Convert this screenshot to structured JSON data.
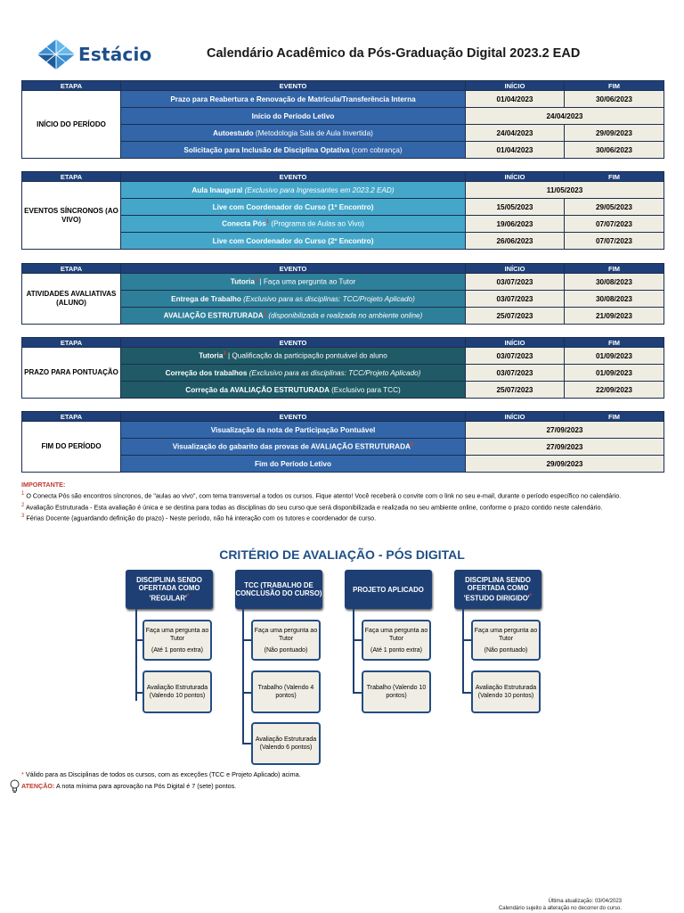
{
  "brand": {
    "name": "Estácio"
  },
  "title": "Calendário Acadêmico da Pós-Graduação Digital 2023.2 EAD",
  "headers": {
    "etapa": "ETAPA",
    "evento": "EVENTO",
    "inicio": "INÍCIO",
    "fim": "FIM"
  },
  "sections": [
    {
      "etapa": "INÍCIO DO PERÍODO",
      "rows": [
        {
          "event": "Prazo para Reabertura e Renovação de Matrícula/Transferência Interna",
          "start": "01/04/2023",
          "end": "30/06/2023"
        },
        {
          "event": "Início do Período Letivo",
          "single": "24/04/2023"
        },
        {
          "event": "Autoestudo",
          "extra": "(Metodologia Sala de Aula Invertida)",
          "start": "24/04/2023",
          "end": "29/09/2023"
        },
        {
          "event": "Solicitação para Inclusão de Disciplina Optativa",
          "extra": "(com cobrança)",
          "start": "01/04/2023",
          "end": "30/06/2023"
        }
      ]
    },
    {
      "etapa": "EVENTOS SÍNCRONOS (AO VIVO)",
      "rows": [
        {
          "event": "Aula Inaugural",
          "extra": "(Exclusivo para Ingressantes em 2023.2 EAD)",
          "single": "11/05/2023"
        },
        {
          "event": "Live com Coordenador do Curso (1º Encontro)",
          "start": "15/05/2023",
          "end": "29/05/2023"
        },
        {
          "event": "Conecta Pós",
          "sup": "1",
          "extra": "(Programa de Aulas ao Vivo)",
          "start": "19/06/2023",
          "end": "07/07/2023"
        },
        {
          "event": "Live com Coordenador do Curso (2º Encontro)",
          "start": "26/06/2023",
          "end": "07/07/2023"
        }
      ]
    },
    {
      "etapa": "ATIVIDADES AVALIATIVAS (ALUNO)",
      "rows": [
        {
          "event": "Tutoria",
          "sup": "3",
          "extra": "| Faça uma pergunta ao Tutor",
          "start": "03/07/2023",
          "end": "30/08/2023"
        },
        {
          "event": "Entrega de Trabalho",
          "extra": "(Exclusivo para as disciplinas: TCC/Projeto Aplicado)",
          "start": "03/07/2023",
          "end": "30/08/2023"
        },
        {
          "event": "AVALIAÇÃO ESTRUTURADA",
          "sup": "2",
          "extra": "(disponibilizada e realizada no ambiente online)",
          "start": "25/07/2023",
          "end": "21/09/2023"
        }
      ]
    },
    {
      "etapa": "PRAZO PARA PONTUAÇÃO",
      "rows": [
        {
          "event": "Tutoria",
          "sup": "3",
          "extra": "| Qualificação da participação pontuável do aluno",
          "start": "03/07/2023",
          "end": "01/09/2023"
        },
        {
          "event": "Correção dos trabalhos",
          "extra": "(Exclusivo para as disciplinas: TCC/Projeto Aplicado)",
          "start": "03/07/2023",
          "end": "01/09/2023"
        },
        {
          "event": "Correção da AVALIAÇÃO ESTRUTURADA",
          "extra": "(Exclusivo para TCC)",
          "start": "25/07/2023",
          "end": "22/09/2023"
        }
      ]
    },
    {
      "etapa": "FIM DO PERÍODO",
      "rows": [
        {
          "event": "Visualização da nota de Participação Pontuável",
          "single": "27/09/2023"
        },
        {
          "event": "Visualização do gabarito das provas de AVALIAÇÃO ESTRUTURADA",
          "sup": "2",
          "single": "27/09/2023"
        },
        {
          "event": "Fim do Período Letivo",
          "single": "29/09/2023"
        }
      ]
    }
  ],
  "notes": {
    "heading": "IMPORTANTE:",
    "n1": "O Conecta Pós são encontros síncronos, de \"aulas ao vivo\", com tema transversal a todos os cursos. Fique atento! Você receberá o convite com o link no seu e-mail, durante o período específico no calendário.",
    "n2": "Avaliação Estruturada - Esta avaliação é única e se destina para todas as disciplinas do seu curso que será disponibilizada e realizada no seu ambiente online, conforme o prazo contido neste calendário.",
    "n3": "Férias Docente (aguardando definição do prazo) - Neste período, não há interação com os tutores e coordenador de curso."
  },
  "criteria": {
    "title": "CRITÉRIO DE AVALIAÇÃO - PÓS DIGITAL",
    "c1": {
      "head": "DISCIPLINA SENDO OFERTADA COMO 'REGULAR'",
      "b1a": "Faça uma pergunta ao Tutor",
      "b1b": "(Até 1 ponto extra)",
      "b2": "Avaliação Estruturada (Valendo 10 pontos)"
    },
    "c2": {
      "head": "TCC (TRABALHO DE CONCLUSÃO DO CURSO)",
      "b1a": "Faça uma pergunta ao Tutor",
      "b1b": "(Não pontuado)",
      "b2": "Trabalho (Valendo 4 pontos)",
      "b3": "Avaliação Estruturada (Valendo 6 pontos)"
    },
    "c3": {
      "head": "PROJETO APLICADO",
      "b1a": "Faça uma pergunta ao Tutor",
      "b1b": "(Até 1 ponto extra)",
      "b2": "Trabalho (Valendo 10 pontos)"
    },
    "c4": {
      "head": "DISCIPLINA SENDO OFERTADA COMO 'ESTUDO DIRIGIDO'",
      "b1a": "Faça uma pergunta ao Tutor",
      "b1b": "(Não pontuado)",
      "b2": "Avaliação Estruturada (Valendo 10 pontos)"
    }
  },
  "footer": {
    "valid": "Válido para as Disciplinas de todos os cursos, com as exceções (TCC e Projeto Aplicado) acima.",
    "atencao_label": "ATENÇÃO:",
    "atencao": "A nota mínima para aprovação na Pós Digital é 7 (sete) pontos.",
    "updated": "Última atualização: 03/04/2023",
    "subject": "Calendário sujeito à alteração no decorrer do curso."
  }
}
